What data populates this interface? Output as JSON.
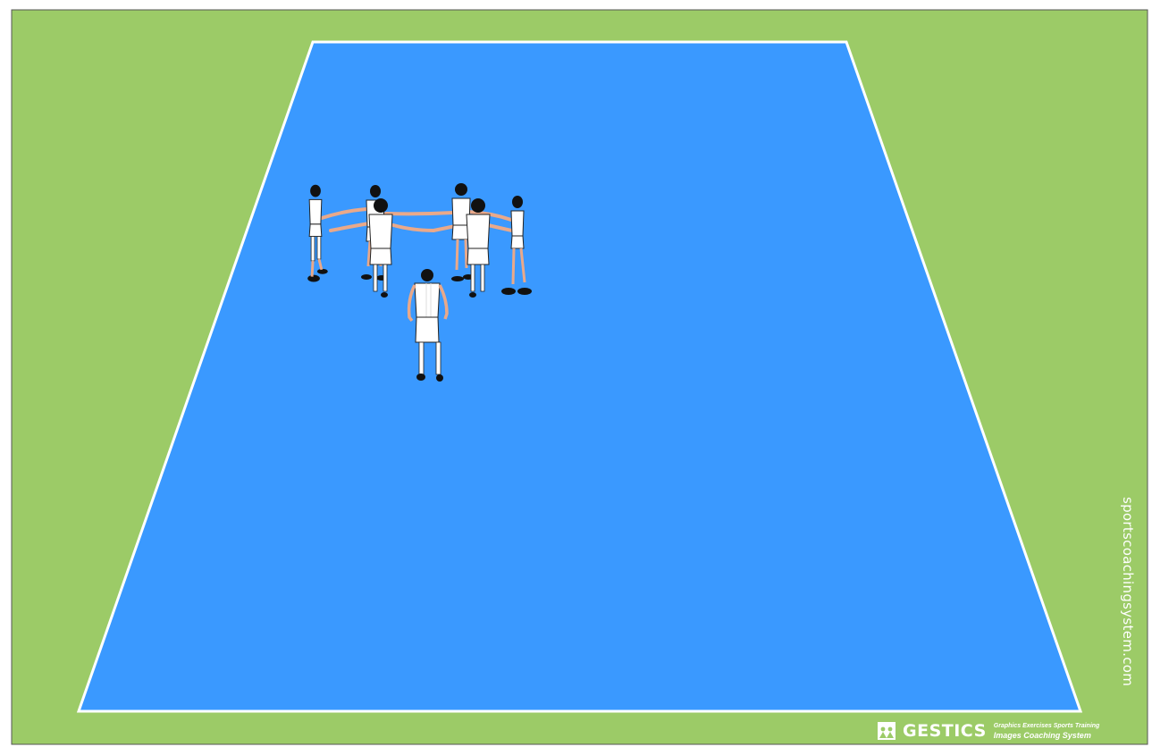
{
  "colors": {
    "grass": "#9CCB67",
    "court": "#3A99FF",
    "lines": "#ffffff",
    "frame": "#555555",
    "skin": "#E9A98A",
    "hair": "#111111",
    "kit": "#ffffff"
  },
  "watermark": {
    "text": "sportscoachingsystem.com"
  },
  "logo": {
    "icon": "gestics-logo-icon",
    "word": "GESTICS",
    "tag_line_1": "Graphics Exercises Sports Training",
    "tag_line_2": "Images Coaching System"
  },
  "players": {
    "circle_count": 6,
    "chaser_count": 1
  }
}
